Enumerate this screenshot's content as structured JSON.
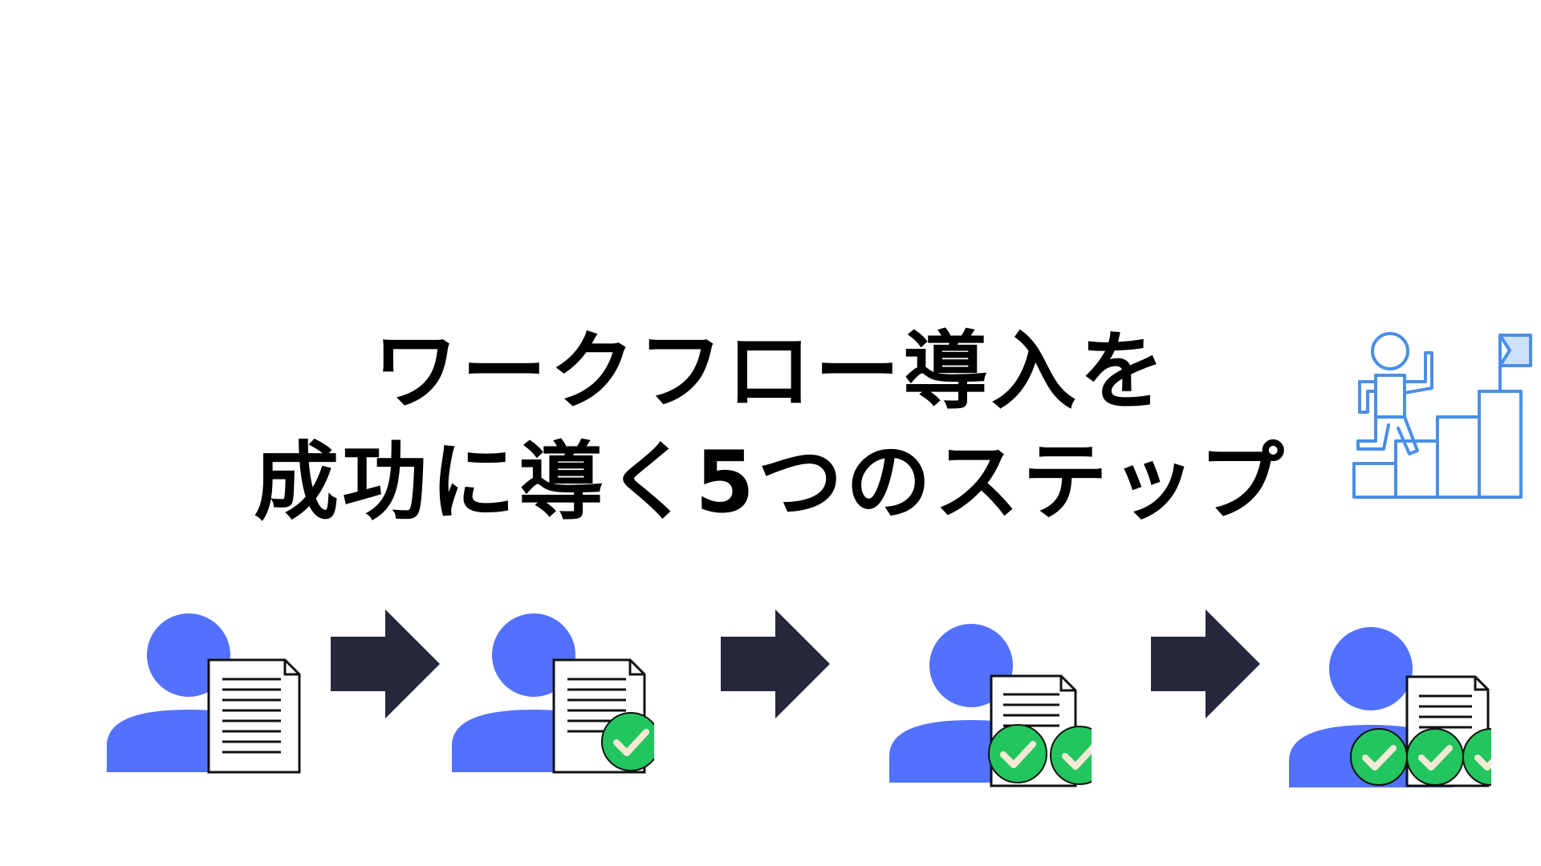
{
  "title": {
    "line1": "ワークフロー導入を",
    "line2": "成功に導く5つのステップ"
  },
  "colors": {
    "person": "#5271ff",
    "arrow": "#25273a",
    "check": "#22c55e",
    "document_stroke": "#111111",
    "stair_icon": "#4a8fe8",
    "flag_fill": "#cfe0fb"
  },
  "flow": {
    "steps": [
      {
        "icon": "person-with-document-icon",
        "checks": 0
      },
      {
        "icon": "person-with-document-icon",
        "checks": 1
      },
      {
        "icon": "person-with-document-icon",
        "checks": 2
      },
      {
        "icon": "person-with-document-icon",
        "checks": 3
      }
    ],
    "arrows": 3
  },
  "decor": {
    "icon": "climbing-stairs-flag-icon"
  }
}
